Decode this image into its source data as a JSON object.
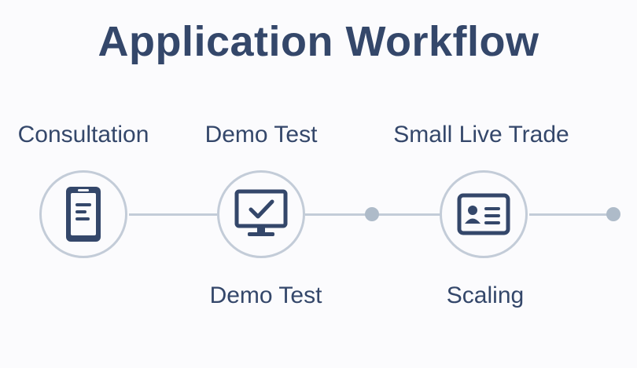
{
  "title": "Application Workflow",
  "steps_top": [
    "Consultation",
    "Demo Test",
    "Small Live Trade"
  ],
  "steps_bottom": [
    "Demo Test",
    "Scaling"
  ],
  "icons": [
    "smartphone-icon",
    "monitor-check-icon",
    "id-card-icon"
  ],
  "colors": {
    "text": "#34476a",
    "connector": "#c3ccd8",
    "dot": "#aebbc9",
    "icon": "#34476a"
  }
}
